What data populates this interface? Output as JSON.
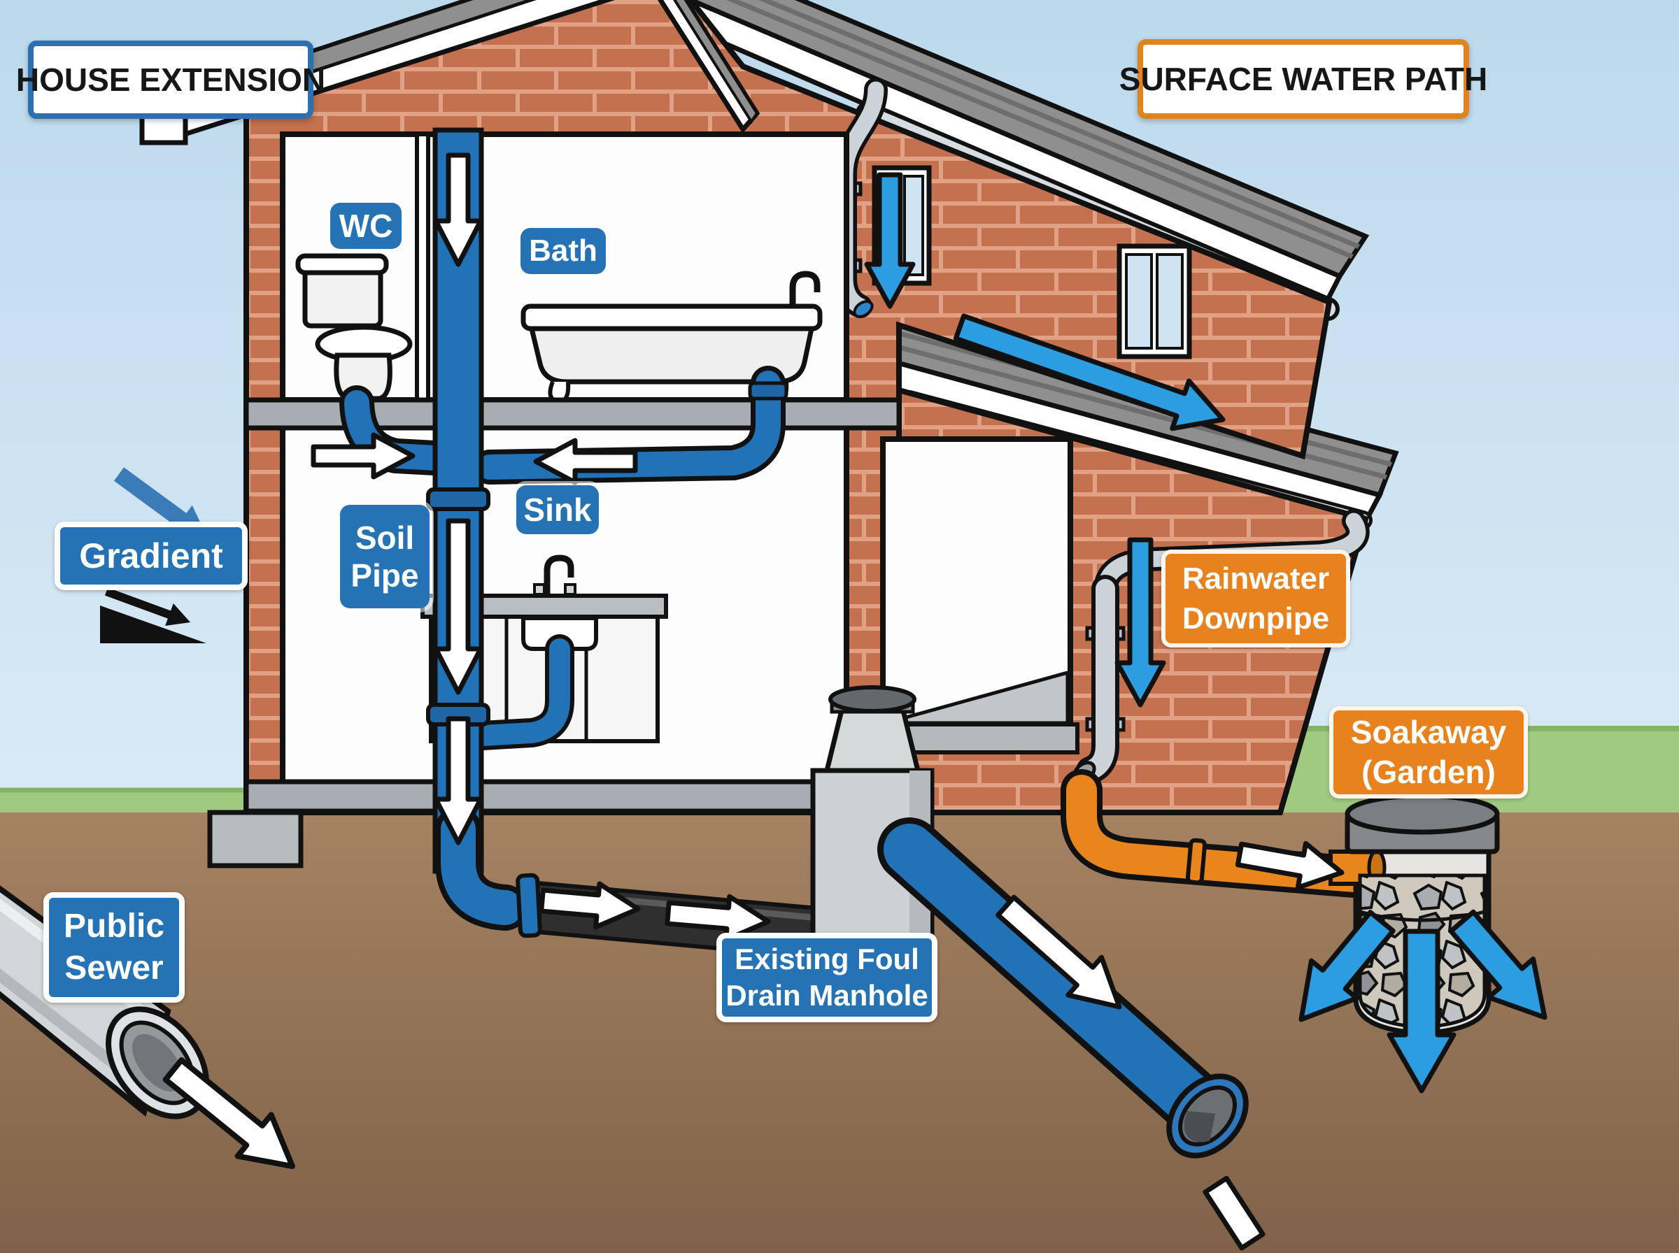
{
  "scene": {
    "kind": "house-drainage-cutaway-diagram"
  },
  "titles": {
    "house_extension": "HOUSE EXTENSION",
    "surface_water_path": "SURFACE WATER PATH"
  },
  "labels": {
    "wc": {
      "text": "WC"
    },
    "bath": {
      "text": "Bath"
    },
    "soil_pipe": {
      "line1": "Soil",
      "line2": "Pipe"
    },
    "sink": {
      "text": "Sink"
    },
    "gradient": {
      "text": "Gradient"
    },
    "public_sewer": {
      "line1": "Public",
      "line2": "Sewer"
    },
    "existing_foul_drain_manhole": {
      "line1": "Existing Foul",
      "line2": "Drain Manhole"
    },
    "rainwater_downpipe": {
      "line1": "Rainwater",
      "line2": "Downpipe"
    },
    "soakaway_garden": {
      "line1": "Soakaway",
      "line2": "(Garden)"
    }
  },
  "colors": {
    "label_blue": "#2573b5",
    "label_orange": "#e8821e",
    "pipe_blue": "#2272b8",
    "flow_blue": "#2b9de0",
    "pipe_orange": "#e8861d",
    "brick": "#c3714e",
    "brick_mortar": "#e0a184",
    "grass": "#9fca80",
    "soil_brown": "#a07c59",
    "sky": "#cfe6f6",
    "roof_gray": "#8f8f8f",
    "title_blue_border": "#2e6fae",
    "title_orange_border": "#e0851e"
  }
}
